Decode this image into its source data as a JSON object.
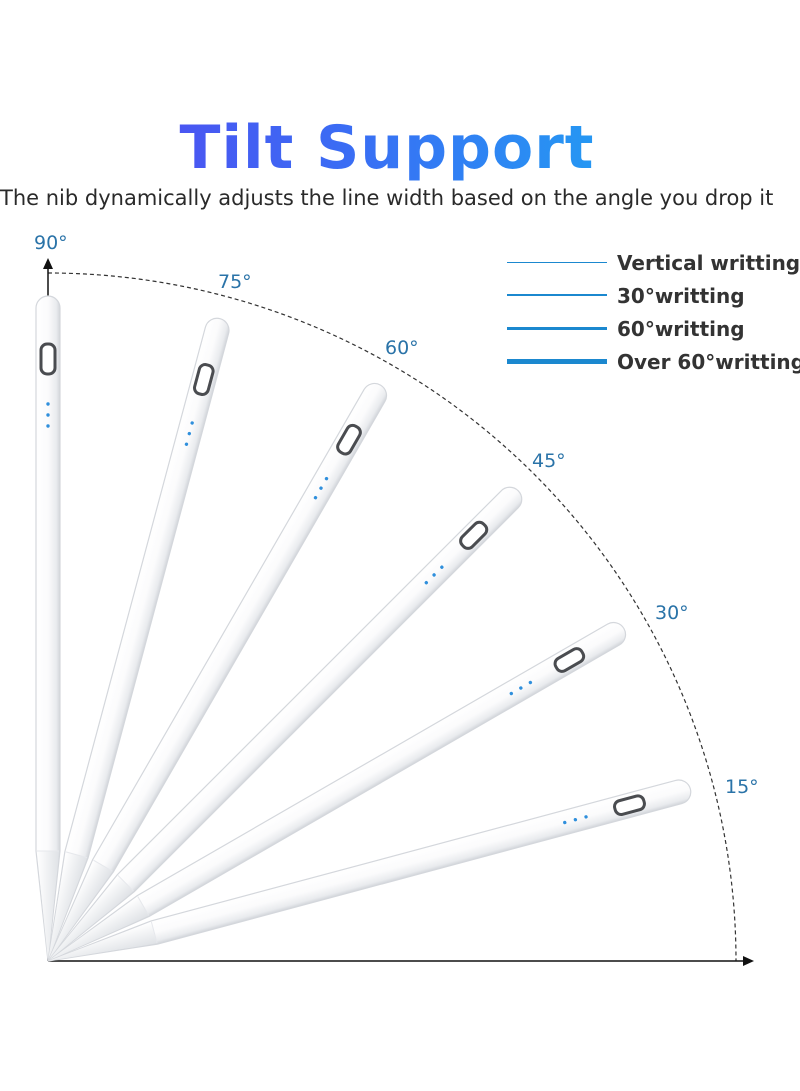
{
  "header": {
    "title": "Tilt Support",
    "subtitle": "The nib dynamically adjusts the line width based on the angle you drop it"
  },
  "legend": [
    {
      "label": "Vertical writting",
      "line_weight": 1
    },
    {
      "label": "30°writting",
      "line_weight": 2
    },
    {
      "label": "60°writting",
      "line_weight": 3
    },
    {
      "label": "Over 60°writting",
      "line_weight": 4
    }
  ],
  "angle_labels": [
    "90°",
    "75°",
    "60°",
    "45°",
    "30°",
    "15°"
  ],
  "pencils": [
    {
      "angle_deg": 90
    },
    {
      "angle_deg": 75
    },
    {
      "angle_deg": 60
    },
    {
      "angle_deg": 45
    },
    {
      "angle_deg": 30
    },
    {
      "angle_deg": 15
    }
  ],
  "colors": {
    "accent_blue": "#1b88cf",
    "angle_label": "#2a73a8",
    "pencil_body": "#ffffff",
    "pencil_shadow": "#d4d7dc",
    "indicator_dots": "#2f8fdc"
  }
}
